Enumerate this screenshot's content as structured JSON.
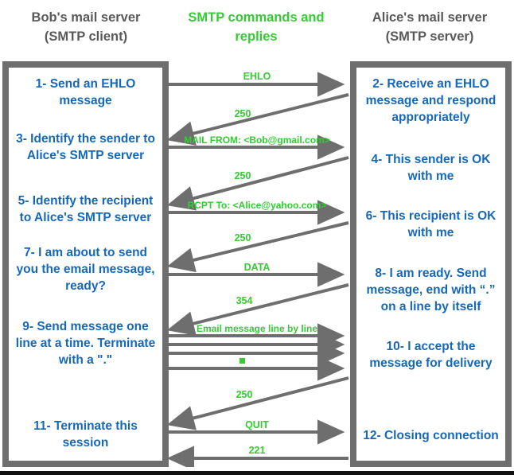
{
  "headings": {
    "left": "Bob's mail server\n(SMTP client)",
    "left_line1": "Bob's mail server",
    "left_line2": "(SMTP client)",
    "middle_line1": "SMTP commands and",
    "middle_line2": "replies",
    "right_line1": "Alice's mail server",
    "right_line2": "(SMTP server)"
  },
  "colors": {
    "green": "#33CC33",
    "blue": "#1668B8",
    "gray": "#6E6E6E",
    "heading_gray": "#595959",
    "background": "#FFFFFF"
  },
  "client_steps": [
    {
      "id": 1,
      "text": "1- Send an EHLO message"
    },
    {
      "id": 3,
      "text": "3- Identify the sender to Alice's SMTP server"
    },
    {
      "id": 5,
      "text": "5- Identify the recipient to Alice's SMTP server"
    },
    {
      "id": 7,
      "text": "7- I am about to send you the email message, ready?"
    },
    {
      "id": 9,
      "text": "9- Send message one line at a time. Terminate with a \".\""
    },
    {
      "id": 11,
      "text": "11- Terminate this session"
    }
  ],
  "server_steps": [
    {
      "id": 2,
      "text": "2- Receive an EHLO message and respond appropriately"
    },
    {
      "id": 4,
      "text": "4- This sender is OK with me"
    },
    {
      "id": 6,
      "text": "6- This recipient is OK with me"
    },
    {
      "id": 8,
      "text": "8-  I am ready. Send message, end with “.” on a line by itself"
    },
    {
      "id": 10,
      "text": "10-  I accept the message for delivery"
    },
    {
      "id": 12,
      "text": "12-  Closing connection"
    }
  ],
  "messages": [
    {
      "label": "EHLO",
      "direction": "client-to-server",
      "kind": "cmd"
    },
    {
      "label": "250",
      "direction": "server-to-client",
      "kind": "code"
    },
    {
      "label": "MAIL FROM: <Bob@gmail.com>",
      "direction": "client-to-server",
      "kind": "long"
    },
    {
      "label": "250",
      "direction": "server-to-client",
      "kind": "code"
    },
    {
      "label": "RCPT To: <Alice@yahoo.com>",
      "direction": "client-to-server",
      "kind": "long"
    },
    {
      "label": "250",
      "direction": "server-to-client",
      "kind": "code"
    },
    {
      "label": "DATA",
      "direction": "client-to-server",
      "kind": "cmd"
    },
    {
      "label": "354",
      "direction": "server-to-client",
      "kind": "code"
    },
    {
      "label": "Email message line by line",
      "direction": "client-to-server",
      "kind": "long"
    },
    {
      "label": "250",
      "direction": "server-to-client",
      "kind": "code"
    },
    {
      "label": "QUIT",
      "direction": "client-to-server",
      "kind": "cmd"
    },
    {
      "label": "221",
      "direction": "server-to-client",
      "kind": "code"
    }
  ],
  "message_line_marker": "■"
}
